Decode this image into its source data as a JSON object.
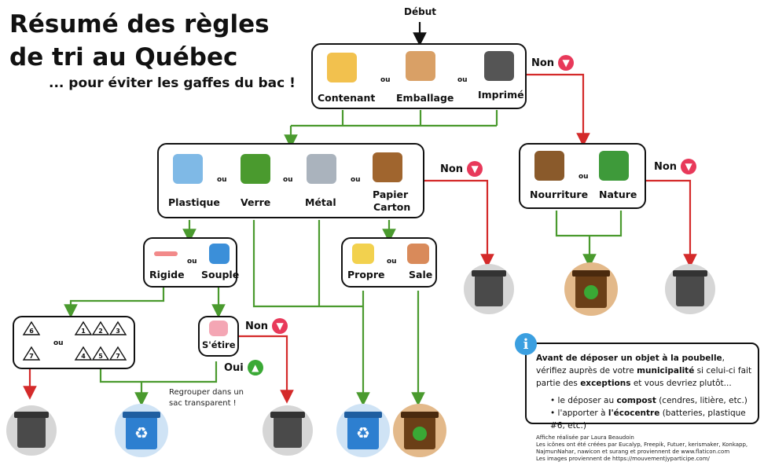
{
  "title": {
    "line1": "Résumé des règles",
    "line2": "de tri au Québec"
  },
  "subtitle": "... pour éviter les gaffes du bac !",
  "start": "Début",
  "top_box": {
    "items": [
      "Contenant",
      "Emballage",
      "Imprimé"
    ],
    "or": "ou"
  },
  "materials_box": {
    "items": [
      "Plastique",
      "Verre",
      "Métal",
      "Papier",
      "Carton"
    ],
    "or": "ou"
  },
  "organic_box": {
    "items": [
      "Nourriture",
      "Nature"
    ],
    "or": "ou"
  },
  "plastic_type_box": {
    "items": [
      "Rigide",
      "Souple"
    ],
    "or": "ou"
  },
  "paper_state_box": {
    "items": [
      "Propre",
      "Sale"
    ],
    "or": "ou"
  },
  "recycle_codes_box": {
    "or": "ou",
    "codes_left": [
      "6",
      "7"
    ],
    "codes_right": [
      "1",
      "2",
      "3",
      "4",
      "5",
      "7"
    ]
  },
  "stretch_box": {
    "label": "S'étire"
  },
  "answers": {
    "no": "Non",
    "yes": "Oui"
  },
  "note": {
    "line1": "Regrouper dans un",
    "line2": "sac transparent !"
  },
  "info": {
    "p1_a": "Avant de déposer un objet à la poubelle",
    "p1_b": ", vérifiez auprès de",
    "p1_c": "votre ",
    "p1_d": "municipalité",
    "p1_e": " si celui-ci fait partie des ",
    "p1_f": "exceptions",
    "p1_g": " et",
    "p1_h": "vous devriez plutôt...",
    "b1_a": "le déposer au ",
    "b1_b": "compost",
    "b1_c": " (cendres, litière, etc.)",
    "b2_a": "l'apporter à ",
    "b2_b": "l'écocentre",
    "b2_c": " (batteries, plastique #6, etc.)"
  },
  "credits": [
    "Affiche réalisée par Laura Beaudoin",
    "Les icônes ont été créées par Eucalyp, Freepik, Futuer, kerismaker, Konkapp,",
    "NajmunNahar, nawicon et surang et proviennent de www.flaticon.com",
    "Les images proviennent de https://mouvementjyparticipe.com/"
  ],
  "colors": {
    "green": "#4a9a2e",
    "red": "#d42a2a",
    "blue_bin": "#2d7fd0",
    "grey_bin": "#4a4a4a",
    "brown_bin": "#7a4a1e"
  }
}
